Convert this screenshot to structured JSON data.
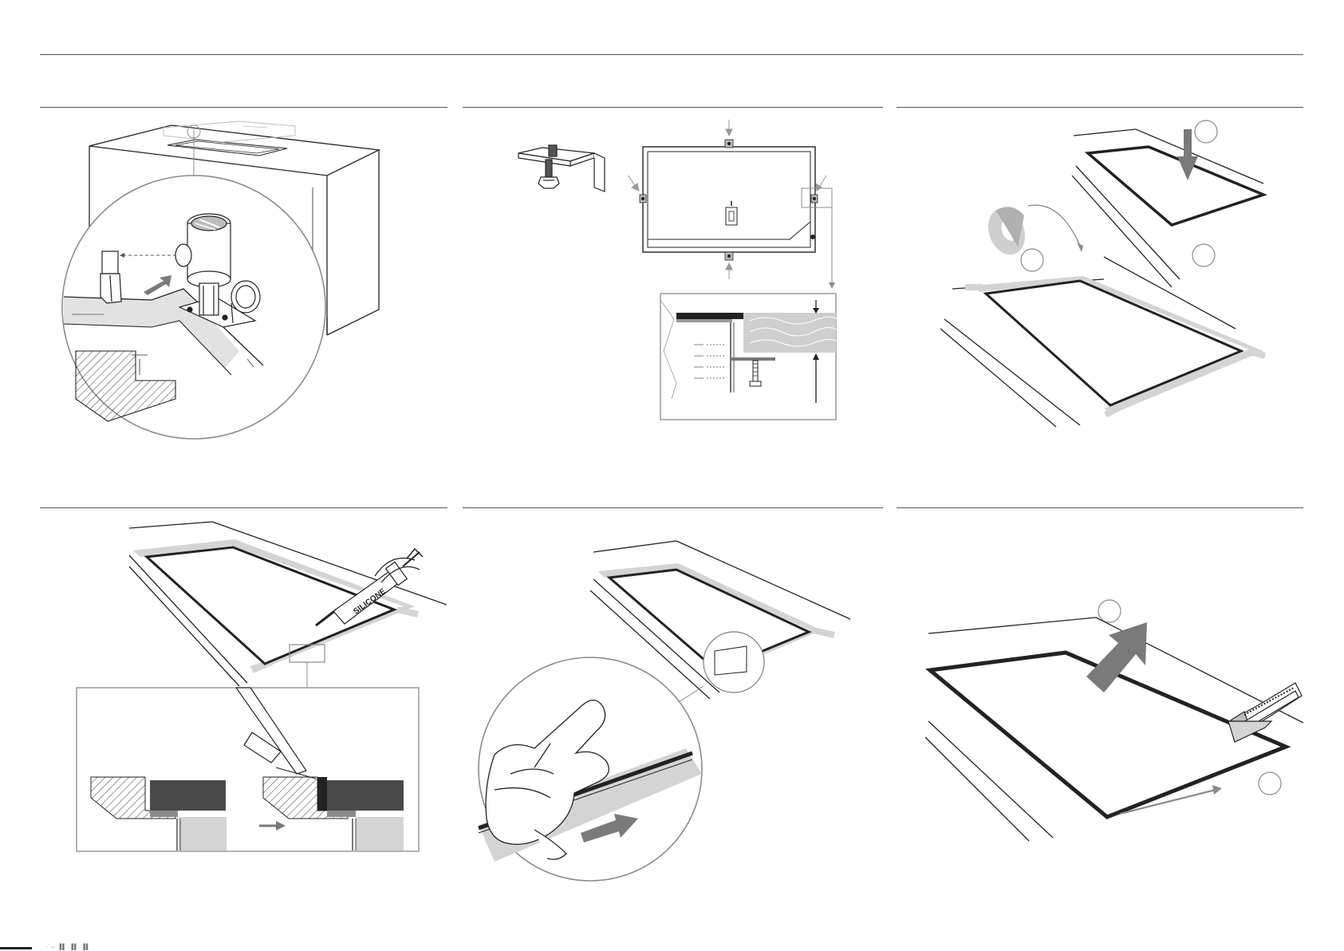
{
  "colors": {
    "line": "#222222",
    "medium_gray": "#8c8c8c",
    "light_gray": "#d4d4d4",
    "dark_fill": "#4a4a4a",
    "accent_arrow": "#7a7a7a"
  },
  "steps": [
    {
      "id": 1,
      "name": "route-countertop-cutout",
      "icons": [
        "router-icon",
        "router-bit-icon",
        "cabinet-icon"
      ]
    },
    {
      "id": 2,
      "name": "fit-mounting-brackets",
      "icons": [
        "bracket-icon",
        "hob-frame-icon",
        "clamp-detail-icon"
      ]
    },
    {
      "id": 3,
      "name": "lower-hob-into-cutout",
      "icons": [
        "tape-roll-icon",
        "down-arrow-icon"
      ]
    },
    {
      "id": 4,
      "name": "apply-silicone-seal",
      "icons": [
        "silicone-gun-icon",
        "seal-detail-icon"
      ]
    },
    {
      "id": 5,
      "name": "smooth-silicone-bead",
      "icons": [
        "finger-icon",
        "push-arrow-icon"
      ]
    },
    {
      "id": 6,
      "name": "trim-and-remove-tape",
      "icons": [
        "knife-icon",
        "lift-arrow-icon"
      ]
    }
  ],
  "silicone_label": "SILICONE",
  "footer_code": "  ·   – ▐▌  ▐▌ ▐▌"
}
